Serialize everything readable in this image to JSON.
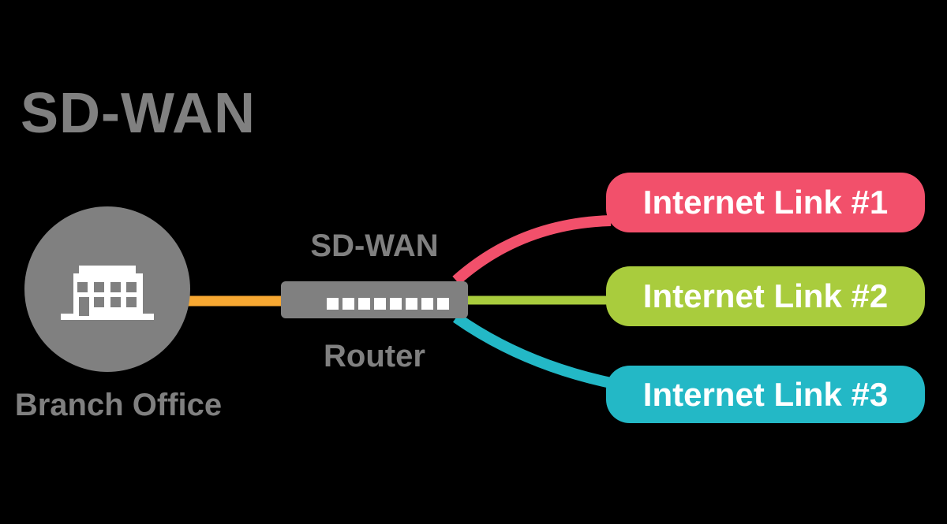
{
  "title": "SD-WAN",
  "branch": {
    "label": "Branch Office",
    "node_color": "#808080",
    "link_color": "#F7A832"
  },
  "router": {
    "top_label": "SD-WAN",
    "bottom_label": "Router",
    "node_color": "#808080",
    "port_count": 8
  },
  "links": [
    {
      "label": "Internet Link #1",
      "color": "#F2506B"
    },
    {
      "label": "Internet Link #2",
      "color": "#A9CC3D"
    },
    {
      "label": "Internet Link #3",
      "color": "#23B8C6"
    }
  ],
  "colors": {
    "text_gray": "#808080",
    "background": "#000000",
    "icon_white": "#ffffff"
  }
}
